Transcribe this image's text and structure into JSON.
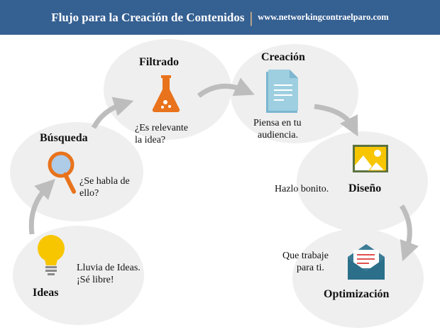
{
  "header": {
    "title": "Flujo para la Creación de Contenidos",
    "separator": "|",
    "url": "www.networkingcontraelparo.com"
  },
  "steps": [
    {
      "title": "Ideas",
      "desc1": "Lluvia de Ideas.",
      "desc2": "¡Sé libre!",
      "icon": "lightbulb-icon"
    },
    {
      "title": "Búsqueda",
      "desc1": "¿Se habla de",
      "desc2": "ello?",
      "icon": "magnifier-icon"
    },
    {
      "title": "Filtrado",
      "desc1": "¿Es relevante",
      "desc2": "la idea?",
      "icon": "flask-icon"
    },
    {
      "title": "Creación",
      "desc1": "Piensa en tu",
      "desc2": "audiencia.",
      "icon": "document-icon"
    },
    {
      "title": "Diseño",
      "desc1": "Hazlo bonito.",
      "icon": "image-icon"
    },
    {
      "title": "Optimización",
      "desc1": "Que trabaje",
      "desc2": "para ti.",
      "icon": "envelope-icon"
    }
  ],
  "colors": {
    "header": "#356092",
    "bubble": "#efefef",
    "arrow": "#bdbdbd"
  }
}
